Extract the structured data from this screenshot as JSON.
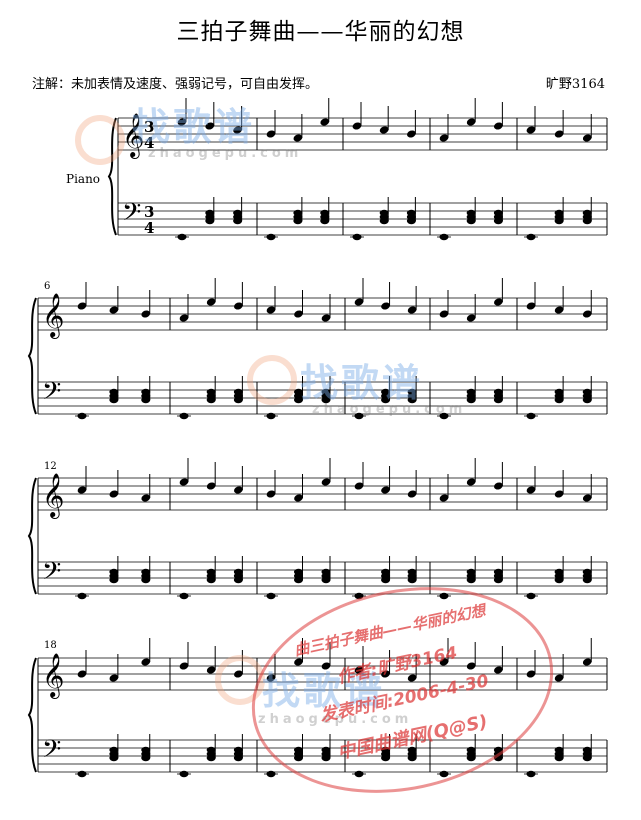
{
  "header": {
    "title": "三拍子舞曲——华丽的幻想",
    "note": "注解：未加表情及速度、强弱记号，可自由发挥。",
    "composer": "旷野3164"
  },
  "score": {
    "instrument": "Piano",
    "time_signature": "3/4",
    "measure_numbers": [
      "6",
      "12",
      "18"
    ]
  },
  "watermark": {
    "site_cn": "找歌谱",
    "site_en": "zhaogepu.com"
  },
  "stamp": {
    "line1": "曲三拍子舞曲——华丽的幻想",
    "line2": "作者:旷野3164",
    "line3": "发表时间:2006-4-30",
    "line4": "中国曲谱网(Q@S)"
  }
}
